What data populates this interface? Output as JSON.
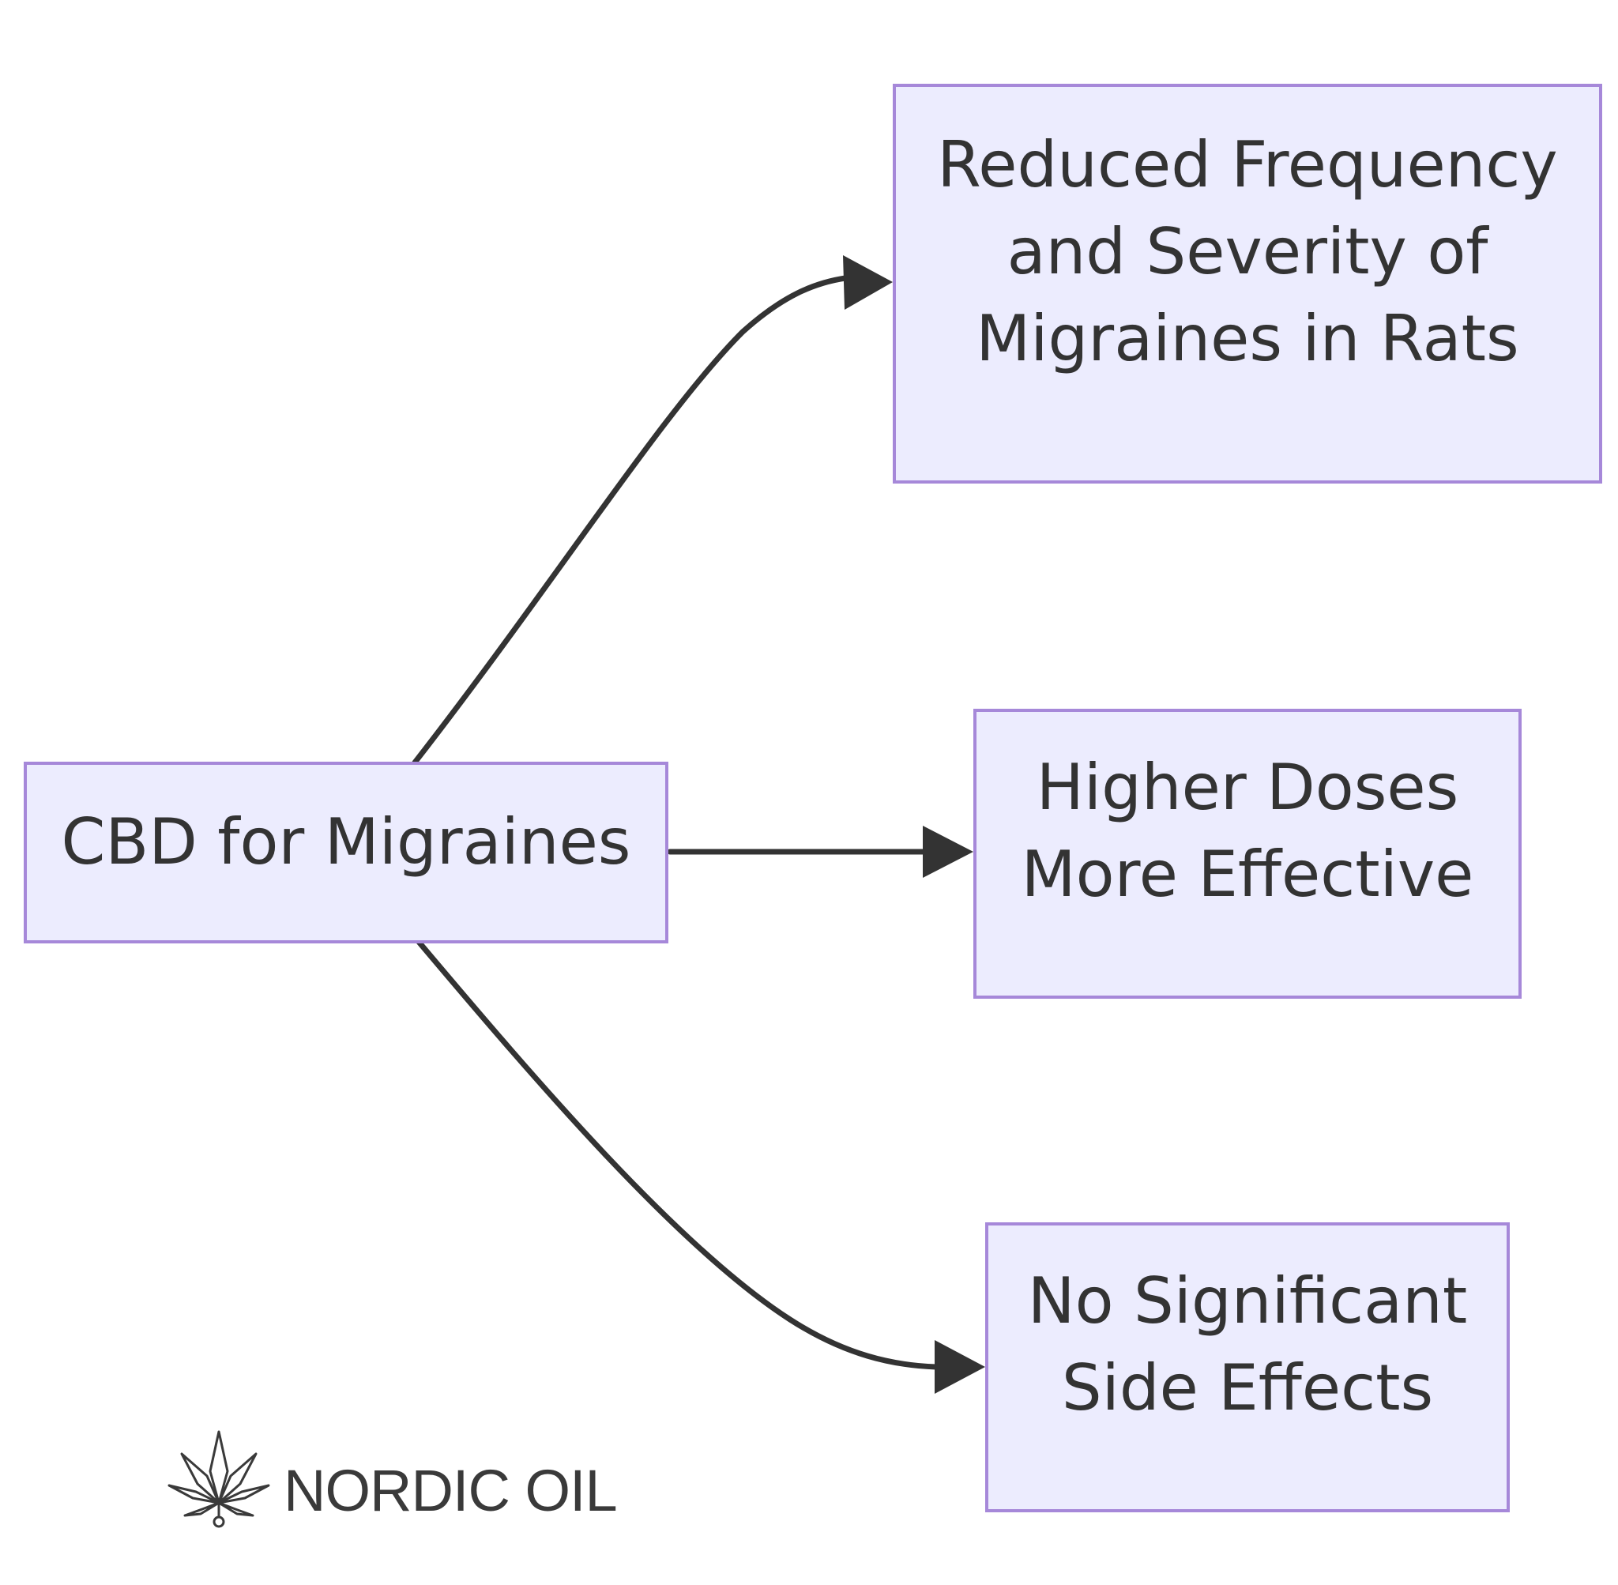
{
  "diagram": {
    "type": "flowchart",
    "direction": "left-to-right",
    "root": {
      "id": "cbd",
      "label": "CBD for Migraines"
    },
    "outcomes": [
      {
        "id": "reduced",
        "lines": [
          "Reduced Frequency",
          "and Severity of",
          "Migraines in Rats"
        ]
      },
      {
        "id": "doses",
        "lines": [
          "Higher Doses",
          "More Effective"
        ]
      },
      {
        "id": "side-effects",
        "lines": [
          "No Significant",
          "Side Effects"
        ]
      }
    ],
    "edges": [
      {
        "from": "cbd",
        "to": "reduced"
      },
      {
        "from": "cbd",
        "to": "doses"
      },
      {
        "from": "cbd",
        "to": "side-effects"
      }
    ]
  },
  "colors": {
    "node_fill": "#ececfe",
    "node_border": "#a688d9",
    "edge": "#333333",
    "text": "#333333"
  },
  "brand": {
    "logo_icon": "cannabis-leaf-icon",
    "name": "NORDIC OIL"
  }
}
